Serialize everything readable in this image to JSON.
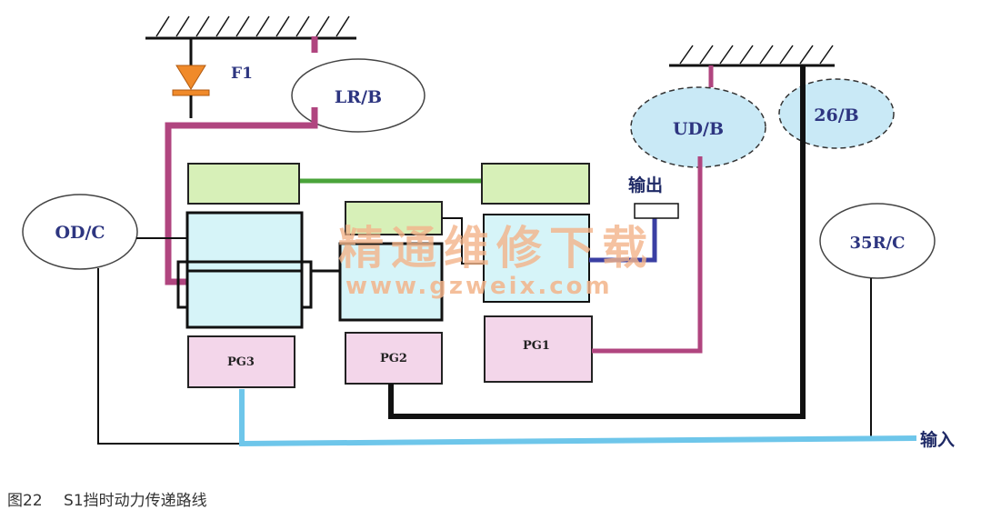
{
  "components": {
    "f1": "F1",
    "lr_b": "LR/B",
    "ud_b": "UD/B",
    "b26": "26/B",
    "od_c": "OD/C",
    "r35_c": "35R/C",
    "pg1": "PG1",
    "pg2": "PG2",
    "pg3": "PG3"
  },
  "io": {
    "output": "输出",
    "input": "输入"
  },
  "watermark": {
    "cn": "精通维修下载",
    "url": "www.gzweix.com"
  },
  "caption": {
    "figure": "图22",
    "title": "S1挡时动力传递路线"
  },
  "colors": {
    "lr_path": "#b0457f",
    "ud_path": "#b0457f",
    "input_path": "#6ec6ea",
    "output_path": "#3a3fa3",
    "drum_link": "#4aa33a",
    "black_path": "#111111",
    "green_box": "#d7f0b8",
    "cyan_box": "#d6f4f8",
    "pink_box": "#f3d6ea",
    "dashed_brake_fill": "#c9e9f6",
    "clutch_fill": "#ffffff",
    "f1_arrow": "#f08a2a"
  }
}
